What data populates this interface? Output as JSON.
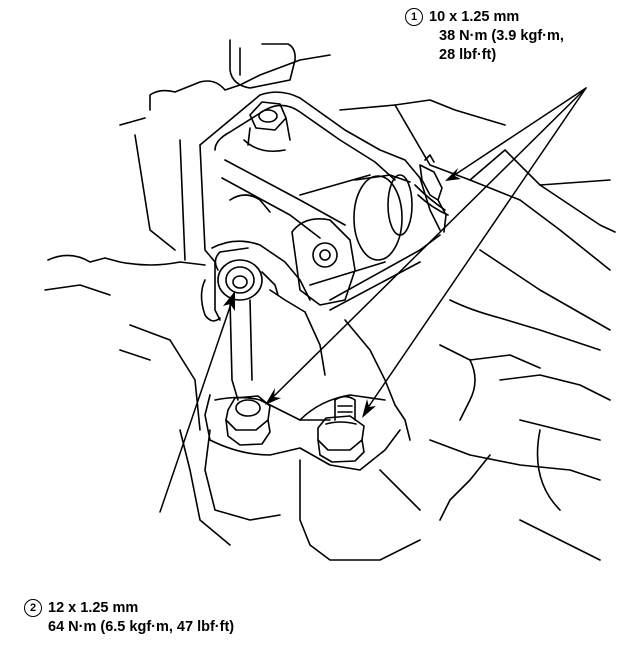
{
  "callouts": [
    {
      "number": "1",
      "size": "10 x 1.25 mm",
      "torque_line1": "38 N·m (3.9 kgf·m,",
      "torque_line2": "28 lbf·ft)"
    },
    {
      "number": "2",
      "size": "12 x 1.25 mm",
      "torque_line1": "64 N·m (6.5 kgf·m, 47 lbf·ft)"
    }
  ]
}
